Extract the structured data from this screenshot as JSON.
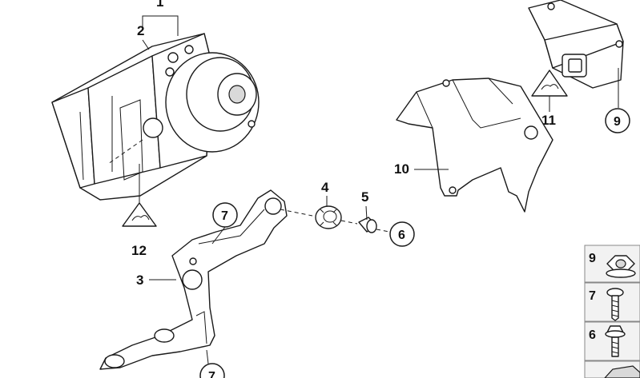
{
  "callouts": {
    "c1": "1",
    "c2": "2",
    "c3": "3",
    "c4": "4",
    "c5": "5",
    "c6": "6",
    "c7a": "7",
    "c7b": "7",
    "c9": "9",
    "c10": "10",
    "c11": "11",
    "c12": "12"
  },
  "side_parts": [
    {
      "label": "9",
      "icon": "flange-nut-icon"
    },
    {
      "label": "7",
      "icon": "screw-icon"
    },
    {
      "label": "6",
      "icon": "bolt-icon"
    }
  ],
  "icons": [
    "warning-triangle-icon",
    "hydraulic-unit-icon",
    "control-module-icon",
    "bracket-icon",
    "rubber-mount-icon",
    "bushing-icon"
  ]
}
